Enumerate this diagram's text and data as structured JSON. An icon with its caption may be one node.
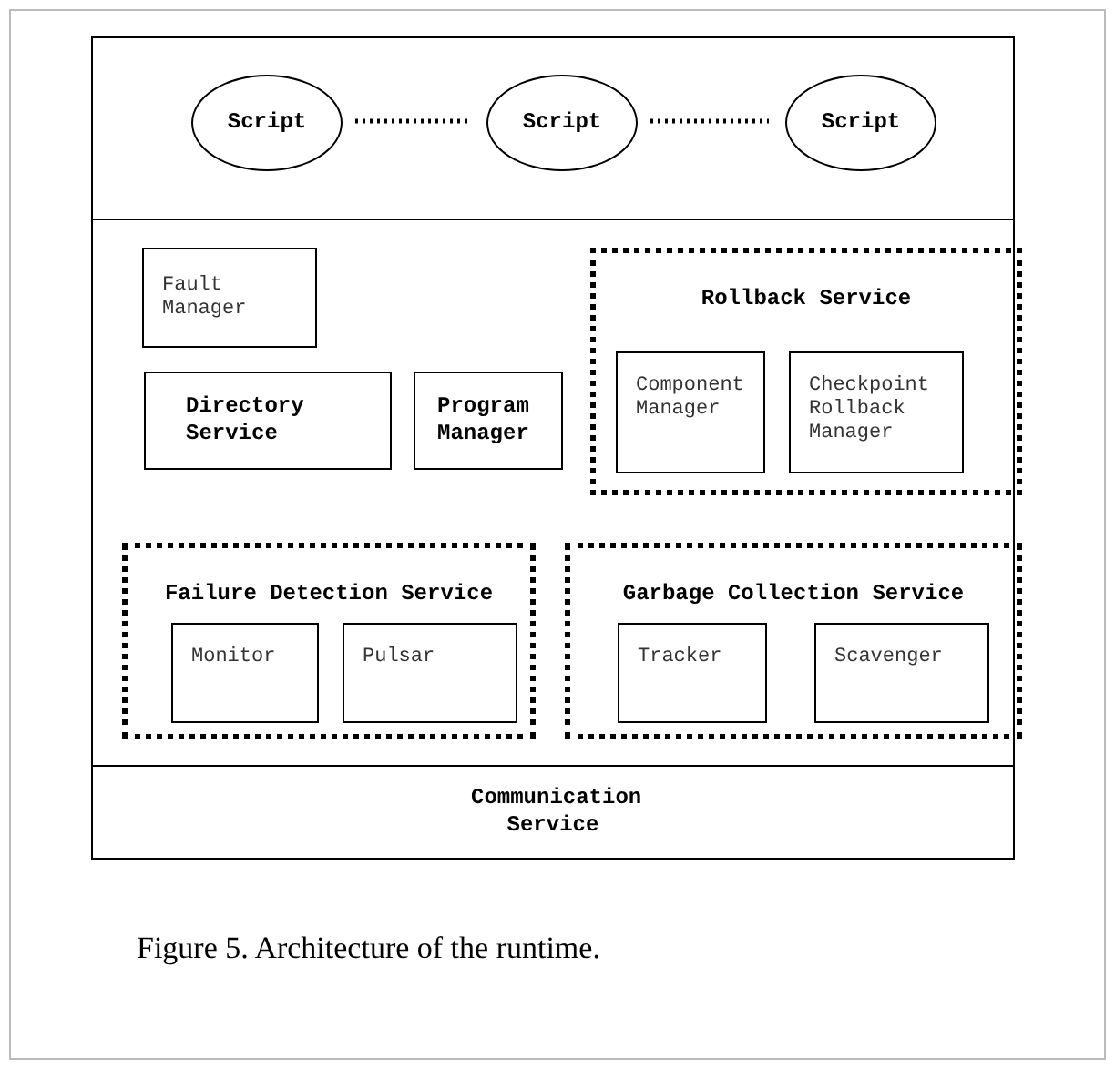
{
  "diagram": {
    "caption": "Figure 5. Architecture of the runtime.",
    "nodes": [
      {
        "text": [],
        "shape": "box"
      },
      {
        "text": [
          "Script"
        ],
        "in": 0
      },
      {
        "text": [
          "Script"
        ],
        "in": 0
      },
      {
        "text": [
          "Script"
        ],
        "in": 0
      },
      {
        "text": [],
        "shape": "box"
      },
      {
        "text": [
          "Fault Manager"
        ],
        "in": 4
      },
      {
        "text": [
          "Directory Service"
        ],
        "in": 4
      },
      {
        "text": [
          "Program Manager"
        ],
        "in": 4
      },
      {
        "text": [
          "Rollback Service"
        ],
        "in": 4
      },
      {
        "text": [
          "Component Manager"
        ],
        "in": 8
      },
      {
        "text": [
          "Checkpoint Rollback Manager"
        ],
        "in": 8
      },
      {
        "text": [
          "Failure Detection Service"
        ],
        "in": 4
      },
      {
        "text": [
          "Monitor"
        ],
        "in": 11
      },
      {
        "text": [
          "Pulsar"
        ],
        "in": 11
      },
      {
        "text": [
          "Garbage Collection Service"
        ],
        "in": 4
      },
      {
        "text": [
          "Tracker"
        ],
        "in": 14
      },
      {
        "text": [
          "Scavenger"
        ],
        "in": 14
      },
      {
        "text": [
          "Communication Service"
        ]
      }
    ],
    "edges": [
      {
        "from": 1,
        "to": 2,
        "arrow": "none",
        "style": "dashed"
      },
      {
        "from": 2,
        "to": 3,
        "arrow": "none",
        "style": "dashed"
      }
    ]
  }
}
